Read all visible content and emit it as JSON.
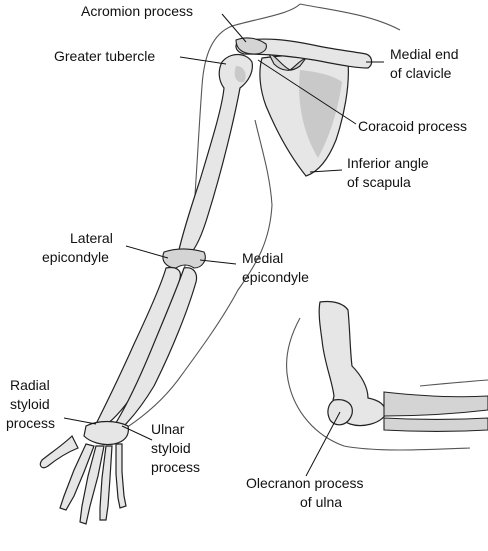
{
  "colors": {
    "bone": "#e6e6e6",
    "bone_shade": "#c9c9c9",
    "outline": "#222222",
    "skin_line": "#555555",
    "label": "#111111"
  },
  "labels": {
    "acromion": "Acromion process",
    "greater_tubercle": "Greater tubercle",
    "medial_clavicle_1": "Medial end",
    "medial_clavicle_2": "of clavicle",
    "coracoid": "Coracoid process",
    "inferior_angle_1": "Inferior angle",
    "inferior_angle_2": "of scapula",
    "lateral_epi_1": "Lateral",
    "lateral_epi_2": "epicondyle",
    "medial_epi_1": "Medial",
    "medial_epi_2": "epicondyle",
    "radial_styloid_1": "Radial",
    "radial_styloid_2": "styloid",
    "radial_styloid_3": "process",
    "ulnar_styloid_1": "Ulnar",
    "ulnar_styloid_2": "styloid",
    "ulnar_styloid_3": "process",
    "olecranon_1": "Olecranon process",
    "olecranon_2": "of ulna"
  }
}
